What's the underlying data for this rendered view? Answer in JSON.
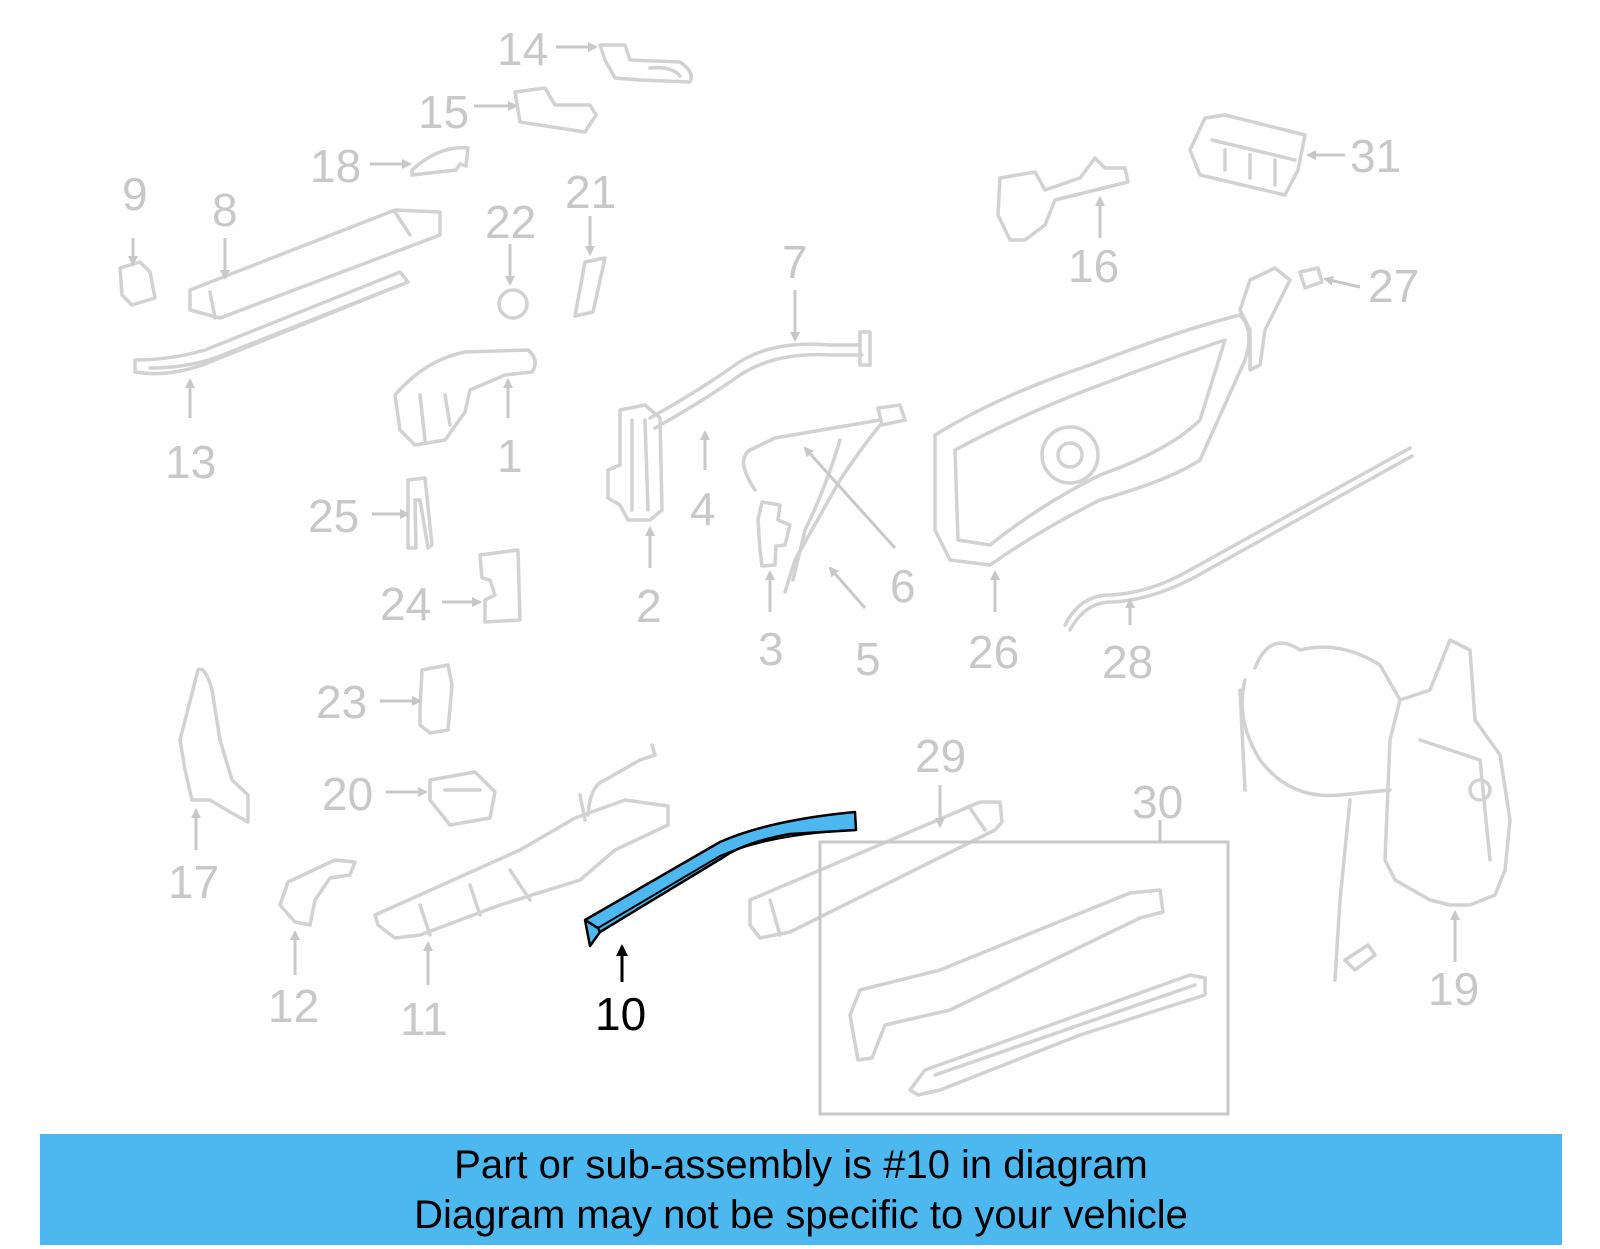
{
  "diagram": {
    "highlighted_part": "10",
    "highlight_color": "#4db8ef",
    "callouts": [
      {
        "id": "1",
        "label": "1"
      },
      {
        "id": "2",
        "label": "2"
      },
      {
        "id": "3",
        "label": "3"
      },
      {
        "id": "4",
        "label": "4"
      },
      {
        "id": "5",
        "label": "5"
      },
      {
        "id": "6",
        "label": "6"
      },
      {
        "id": "7",
        "label": "7"
      },
      {
        "id": "8",
        "label": "8"
      },
      {
        "id": "9",
        "label": "9"
      },
      {
        "id": "10",
        "label": "10"
      },
      {
        "id": "11",
        "label": "11"
      },
      {
        "id": "12",
        "label": "12"
      },
      {
        "id": "13",
        "label": "13"
      },
      {
        "id": "14",
        "label": "14"
      },
      {
        "id": "15",
        "label": "15"
      },
      {
        "id": "16",
        "label": "16"
      },
      {
        "id": "17",
        "label": "17"
      },
      {
        "id": "18",
        "label": "18"
      },
      {
        "id": "19",
        "label": "19"
      },
      {
        "id": "20",
        "label": "20"
      },
      {
        "id": "21",
        "label": "21"
      },
      {
        "id": "22",
        "label": "22"
      },
      {
        "id": "23",
        "label": "23"
      },
      {
        "id": "24",
        "label": "24"
      },
      {
        "id": "25",
        "label": "25"
      },
      {
        "id": "26",
        "label": "26"
      },
      {
        "id": "27",
        "label": "27"
      },
      {
        "id": "28",
        "label": "28"
      },
      {
        "id": "29",
        "label": "29"
      },
      {
        "id": "30",
        "label": "30"
      },
      {
        "id": "31",
        "label": "31"
      }
    ]
  },
  "banner": {
    "line1": "Part or sub-assembly is #10 in diagram",
    "line2": "Diagram may not be specific to your vehicle",
    "background": "#4db8ef"
  }
}
